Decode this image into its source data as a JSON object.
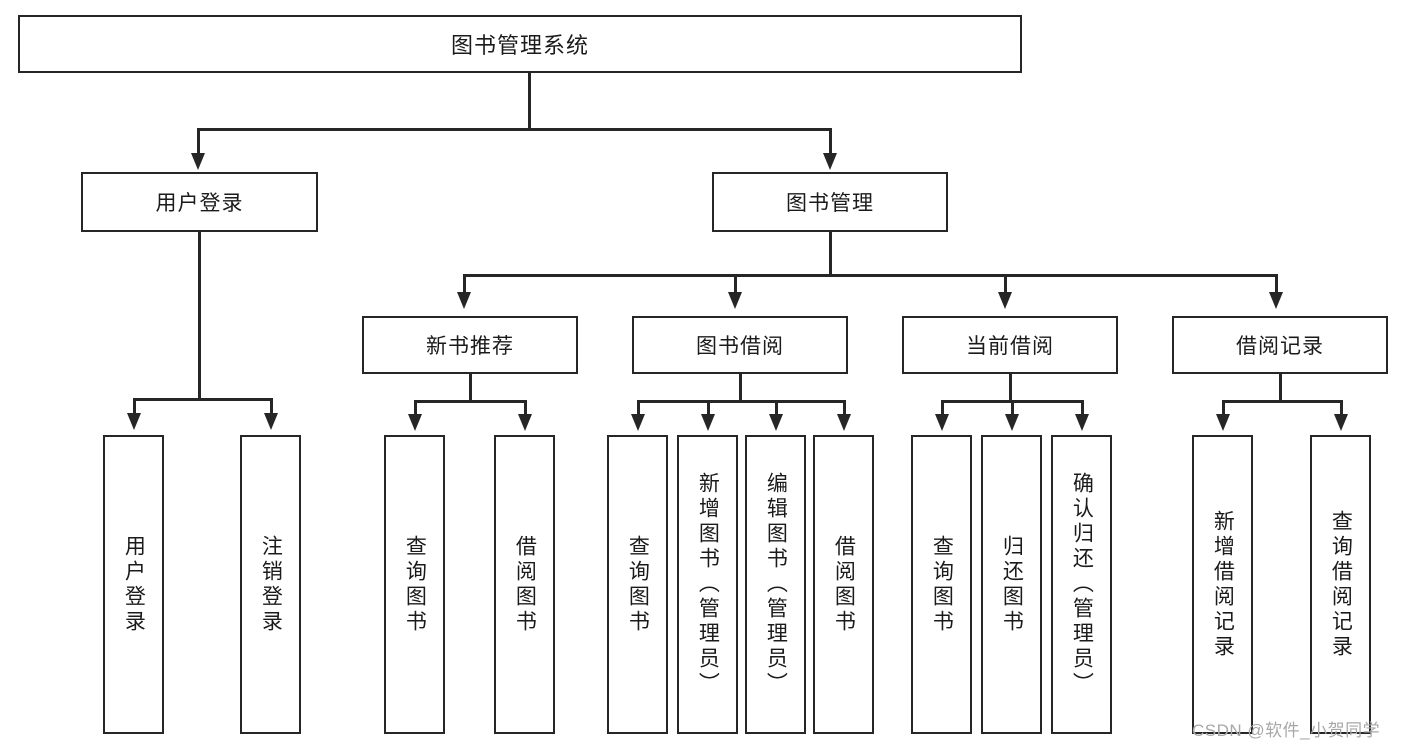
{
  "diagram": {
    "type": "tree-hierarchy",
    "title": "图书管理系统",
    "root": {
      "label": "图书管理系统"
    },
    "level2": [
      {
        "label": "用户登录"
      },
      {
        "label": "图书管理"
      }
    ],
    "level3": [
      {
        "label": "新书推荐"
      },
      {
        "label": "图书借阅"
      },
      {
        "label": "当前借阅"
      },
      {
        "label": "借阅记录"
      }
    ],
    "leaves": {
      "user_login": [
        {
          "label": "用户登录"
        },
        {
          "label": "注销登录"
        }
      ],
      "new_book_recommend": [
        {
          "label": "查询图书"
        },
        {
          "label": "借阅图书"
        }
      ],
      "book_borrow": [
        {
          "label": "查询图书"
        },
        {
          "label": "新增图书（管理员）"
        },
        {
          "label": "编辑图书（管理员）"
        },
        {
          "label": "借阅图书"
        }
      ],
      "current_borrow": [
        {
          "label": "查询图书"
        },
        {
          "label": "归还图书"
        },
        {
          "label": "确认归还（管理员）"
        }
      ],
      "borrow_record": [
        {
          "label": "新增借阅记录"
        },
        {
          "label": "查询借阅记录"
        }
      ]
    }
  },
  "watermark": {
    "text": "CSDN @软件_小贺同学"
  },
  "colors": {
    "stroke": "#262626",
    "background": "#ffffff",
    "text": "#1b1b1b",
    "watermark": "#a8a8a8"
  }
}
